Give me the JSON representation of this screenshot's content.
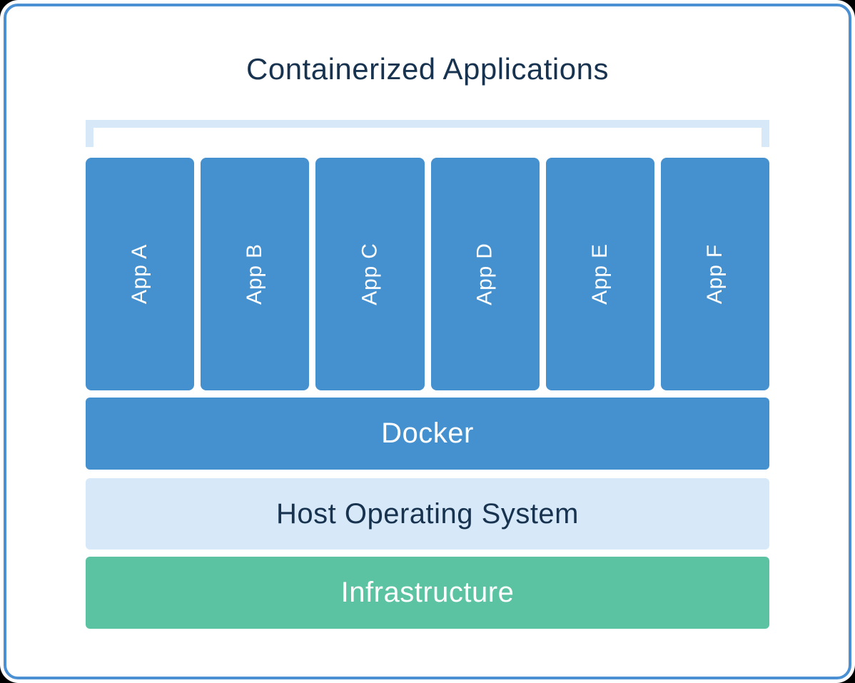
{
  "title": "Containerized Applications",
  "apps": [
    {
      "label": "App A"
    },
    {
      "label": "App B"
    },
    {
      "label": "App C"
    },
    {
      "label": "App D"
    },
    {
      "label": "App E"
    },
    {
      "label": "App F"
    }
  ],
  "layers": [
    {
      "label": "Docker"
    },
    {
      "label": "Host Operating System"
    },
    {
      "label": "Infrastructure"
    }
  ],
  "colors": {
    "frame_border": "#4A90D2",
    "app_box_blue": "#4591CF",
    "docker_bar_blue": "#4591CF",
    "host_os_bar_light_blue": "#D7E9F8",
    "bracket_light_blue": "#D7E9F8",
    "infrastructure_bar_green": "#5CC3A2",
    "heading_text_navy": "#18334F",
    "light_text": "#FFFFFF",
    "card_background": "#FFFFFF",
    "outer_background": "#000000"
  }
}
